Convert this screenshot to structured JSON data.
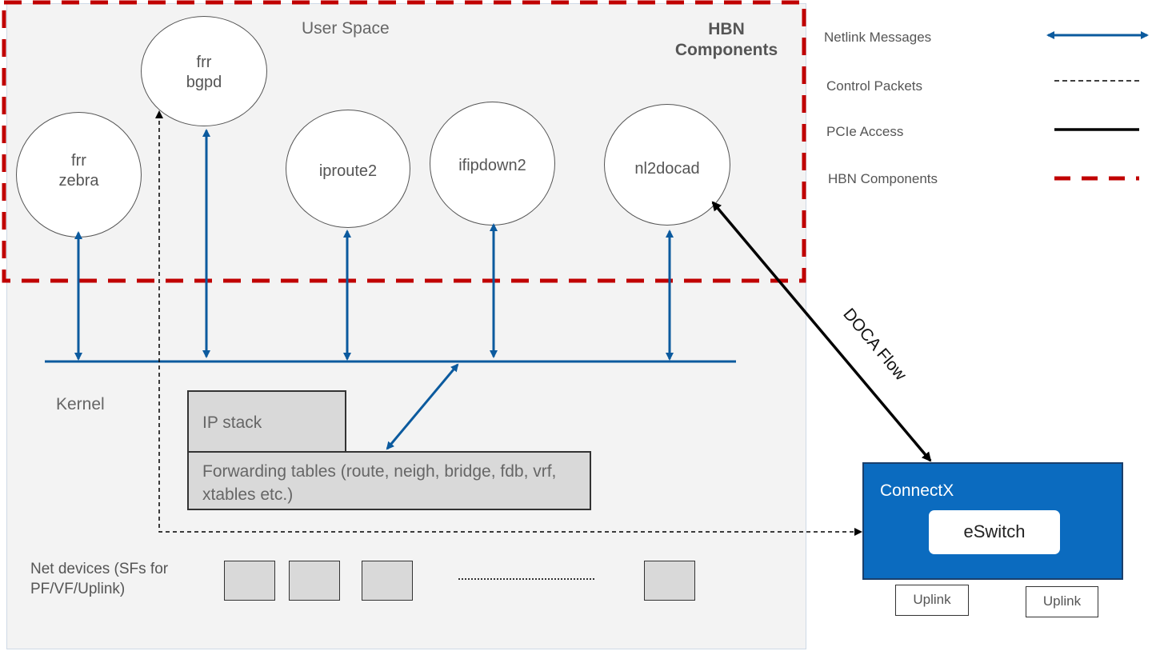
{
  "user_space_label": "User Space",
  "hbn_title": "HBN\nComponents",
  "kernel_label": "Kernel",
  "circles": {
    "zebra": "frr\nzebra",
    "bgpd": "frr\nbgpd",
    "iproute2": "iproute2",
    "ifipdown2": "ifipdown2",
    "nl2docad": "nl2docad"
  },
  "ip_stack": "IP stack",
  "forwarding_tables": "Forwarding tables (route, neigh, bridge, fdb, vrf, xtables etc.)",
  "net_devices": "Net devices (SFs for PF/VF/Uplink)",
  "doca_flow": "DOCA Flow",
  "connectx": {
    "title": "ConnectX",
    "eswitch": "eSwitch",
    "uplink_left": "Uplink",
    "uplink_right": "Uplink"
  },
  "legend": {
    "netlink": "Netlink Messages",
    "control": "Control Packets",
    "pcie": "PCIe Access",
    "hbn": "HBN Components"
  },
  "colors": {
    "netlink": "#0b5a9e",
    "hbn_dash": "#c00000",
    "connectx": "#0b6bbf"
  }
}
